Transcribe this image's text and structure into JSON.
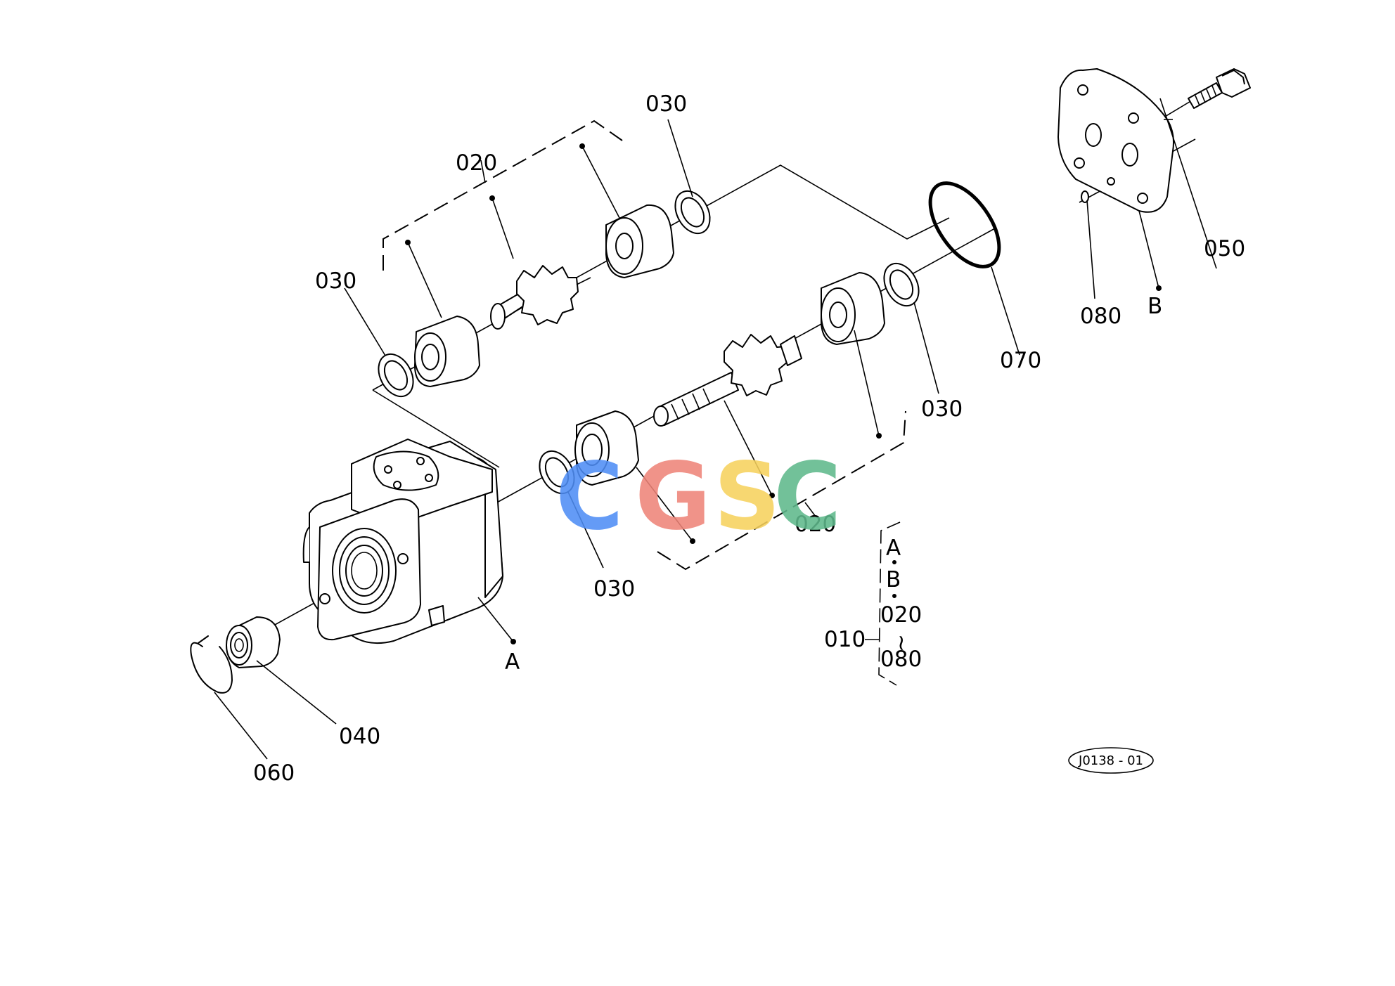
{
  "labels": {
    "p020_top": "020",
    "p030_top": "030",
    "p030_left": "030",
    "p050": "050",
    "p080": "080",
    "pB": "B",
    "p070": "070",
    "p030_right": "030",
    "p030_bottom": "030",
    "p020_bottom": "020",
    "pA": "A",
    "p040": "040",
    "p060": "060"
  },
  "legend": {
    "assembly": "010",
    "line1": "A",
    "line2": "B",
    "line3": "020",
    "tilde": "~",
    "line4": "080"
  },
  "drawing_code": "J0138 - 01",
  "watermark": {
    "letters": [
      "C",
      "G",
      "S",
      "C"
    ],
    "colors": [
      "#4f8ef5",
      "#ef8579",
      "#f7d25e",
      "#5fb98c"
    ]
  }
}
